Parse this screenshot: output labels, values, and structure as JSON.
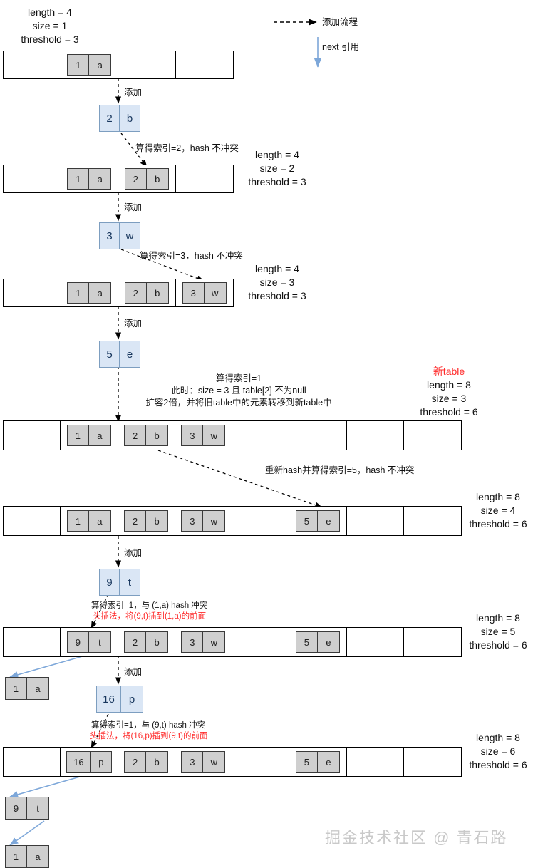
{
  "legend": {
    "flow_label": "添加流程",
    "next_label": "next 引用",
    "flow_color": "#000000",
    "next_color": "#7da7d9"
  },
  "colors": {
    "old_node_fill": "#cfcfcf",
    "new_node_fill": "#dae6f5",
    "new_node_border": "#7d9ec0",
    "highlight_red": "#ff2a2a",
    "next_arrow": "#7da7d9"
  },
  "add_label": "添加",
  "steps": [
    {
      "id": "step1",
      "stats": {
        "length": "length = 4",
        "size": "size = 1",
        "threshold": "threshold = 3"
      },
      "table_len": 4,
      "entries": [
        {
          "index": 1,
          "key": "1",
          "value": "a"
        }
      ]
    },
    {
      "id": "step2",
      "new_node": {
        "key": "2",
        "value": "b"
      },
      "note": "算得索引=2，hash 不冲突",
      "stats": {
        "length": "length = 4",
        "size": "size = 2",
        "threshold": "threshold = 3"
      },
      "table_len": 4,
      "entries": [
        {
          "index": 1,
          "key": "1",
          "value": "a"
        },
        {
          "index": 2,
          "key": "2",
          "value": "b"
        }
      ]
    },
    {
      "id": "step3",
      "new_node": {
        "key": "3",
        "value": "w"
      },
      "note": "算得索引=3，hash 不冲突",
      "stats": {
        "length": "length = 4",
        "size": "size = 3",
        "threshold": "threshold = 3"
      },
      "table_len": 4,
      "entries": [
        {
          "index": 1,
          "key": "1",
          "value": "a"
        },
        {
          "index": 2,
          "key": "2",
          "value": "b"
        },
        {
          "index": 3,
          "key": "3",
          "value": "w"
        }
      ]
    },
    {
      "id": "step4",
      "new_node": {
        "key": "5",
        "value": "e"
      },
      "note_line1": "算得索引=1",
      "note_line2": "此时：size = 3 且 table[2] 不为null",
      "note_line3": "扩容2倍，并将旧table中的元素转移到新table中",
      "stats": {
        "title": "新table",
        "length": "length = 8",
        "size": "size = 3",
        "threshold": "threshold = 6"
      },
      "table_len": 8,
      "entries": [
        {
          "index": 1,
          "key": "1",
          "value": "a"
        },
        {
          "index": 2,
          "key": "2",
          "value": "b"
        },
        {
          "index": 3,
          "key": "3",
          "value": "w"
        }
      ]
    },
    {
      "id": "step5",
      "note": "重新hash并算得索引=5，hash 不冲突",
      "stats": {
        "length": "length = 8",
        "size": "size = 4",
        "threshold": "threshold = 6"
      },
      "table_len": 8,
      "entries": [
        {
          "index": 1,
          "key": "1",
          "value": "a"
        },
        {
          "index": 2,
          "key": "2",
          "value": "b"
        },
        {
          "index": 3,
          "key": "3",
          "value": "w"
        },
        {
          "index": 5,
          "key": "5",
          "value": "e"
        }
      ]
    },
    {
      "id": "step6",
      "new_node": {
        "key": "9",
        "value": "t"
      },
      "note_line1": "算得索引=1，与 (1,a) hash 冲突",
      "note_line2": "头插法，将(9,t)插到(1,a)的前面",
      "stats": {
        "length": "length = 8",
        "size": "size = 5",
        "threshold": "threshold = 6"
      },
      "table_len": 8,
      "entries": [
        {
          "index": 1,
          "key": "9",
          "value": "t"
        },
        {
          "index": 2,
          "key": "2",
          "value": "b"
        },
        {
          "index": 3,
          "key": "3",
          "value": "w"
        },
        {
          "index": 5,
          "key": "5",
          "value": "e"
        }
      ],
      "chain": [
        {
          "key": "1",
          "value": "a"
        }
      ]
    },
    {
      "id": "step7",
      "new_node": {
        "key": "16",
        "value": "p"
      },
      "note_line1": "算得索引=1，与 (9,t) hash 冲突",
      "note_line2": "头插法，将(16,p)插到(9,t)的前面",
      "stats": {
        "length": "length = 8",
        "size": "size = 6",
        "threshold": "threshold = 6"
      },
      "table_len": 8,
      "entries": [
        {
          "index": 1,
          "key": "16",
          "value": "p"
        },
        {
          "index": 2,
          "key": "2",
          "value": "b"
        },
        {
          "index": 3,
          "key": "3",
          "value": "w"
        },
        {
          "index": 5,
          "key": "5",
          "value": "e"
        }
      ],
      "chain": [
        {
          "key": "9",
          "value": "t"
        },
        {
          "key": "1",
          "value": "a"
        }
      ]
    }
  ],
  "watermark": "掘金技术社区 @ 青石路"
}
